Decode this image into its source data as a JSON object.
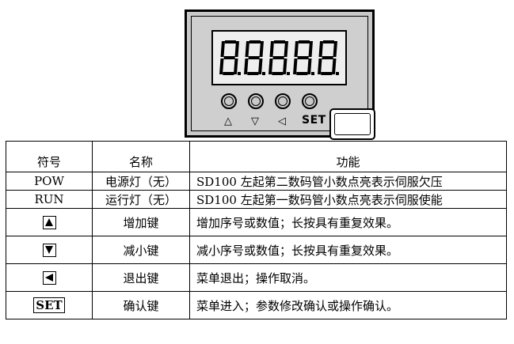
{
  "panel": {
    "display_digits": [
      "8.",
      "8.",
      "8.",
      "8.",
      "8."
    ],
    "key_labels": {
      "up": "▲",
      "down": "▼",
      "left": "◀",
      "set": "SET"
    },
    "key_label_glyphs": {
      "up": "△",
      "down": "▽",
      "left": "◁"
    },
    "icons": {
      "display": "seven-segment-display",
      "keys": "round-push-button"
    }
  },
  "table": {
    "headers": [
      "符号",
      "名称",
      "功能"
    ],
    "rows": [
      {
        "symbol": "POW",
        "name": "电源灯（无）",
        "function": "SD100 左起第二数码管小数点亮表示伺服欠压"
      },
      {
        "symbol": "RUN",
        "name": "运行灯（无）",
        "function": "SD100 左起第一数码管小数点亮表示伺服使能"
      },
      {
        "symbol_icon": "up-arrow-key-icon",
        "name": "增加键",
        "function": "增加序号或数值；长按具有重复效果。"
      },
      {
        "symbol_icon": "down-arrow-key-icon",
        "name": "减小键",
        "function": "减小序号或数值；长按具有重复效果。"
      },
      {
        "symbol_icon": "left-arrow-key-icon",
        "name": "退出键",
        "function": "菜单退出；操作取消。"
      },
      {
        "symbol": "SET",
        "name": "确认键",
        "function": "菜单进入；参数修改确认或操作确认。"
      }
    ]
  }
}
